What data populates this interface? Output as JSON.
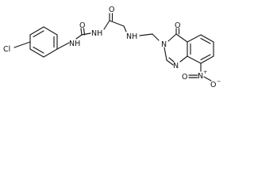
{
  "molecule": {
    "labels": {
      "chlorine": "Cl",
      "urea_nh_left": "NH",
      "urea_oxygen": "O",
      "amide_nh": "NH",
      "acyl_oxygen": "O",
      "amine_nh": "NH",
      "ring_nitrogen_3": "N",
      "ring_oxygen": "O",
      "ring_nitrogen_1": "N",
      "nitro_nitrogen": "N",
      "nitro_nitrogen_charge": "+",
      "nitro_oxygen_top": "O",
      "nitro_oxygen_bottom": "O",
      "nitro_oxygen_charge": "−"
    }
  }
}
